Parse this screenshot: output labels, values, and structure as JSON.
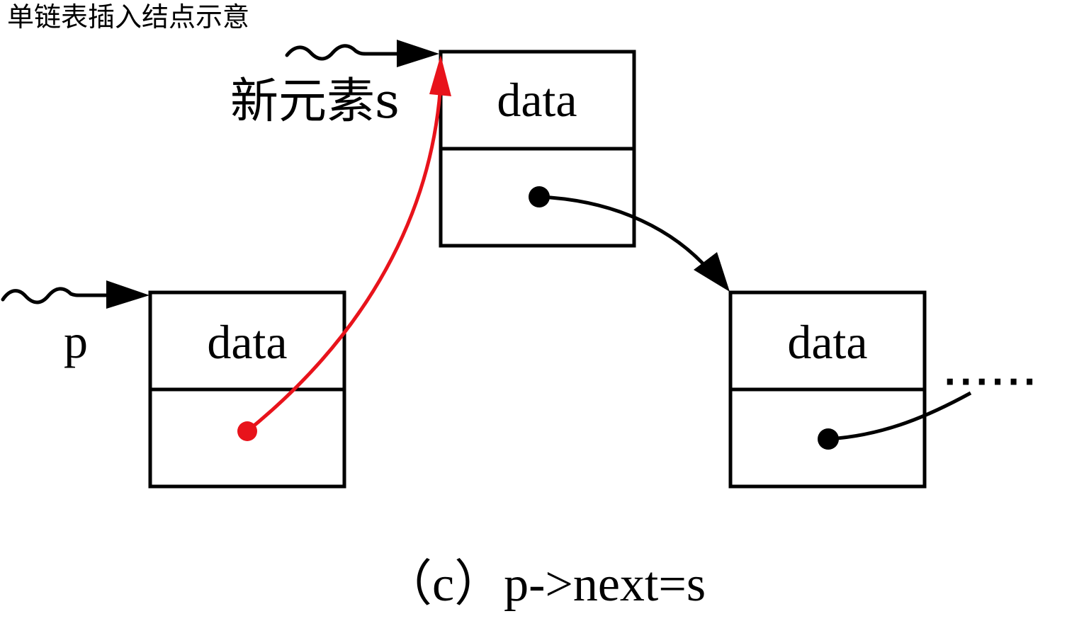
{
  "title": "单链表插入结点示意",
  "colors": {
    "ink": "#000000",
    "highlight": "#e8131b",
    "background": "#ffffff"
  },
  "pointers": {
    "new_element_label": "新元素s",
    "p_label": "p"
  },
  "nodes": [
    {
      "id": "node-p",
      "data_label": "data"
    },
    {
      "id": "node-s",
      "data_label": "data"
    },
    {
      "id": "node-next",
      "data_label": "data"
    }
  ],
  "continuation": "······",
  "caption": "（c）p->next=s"
}
